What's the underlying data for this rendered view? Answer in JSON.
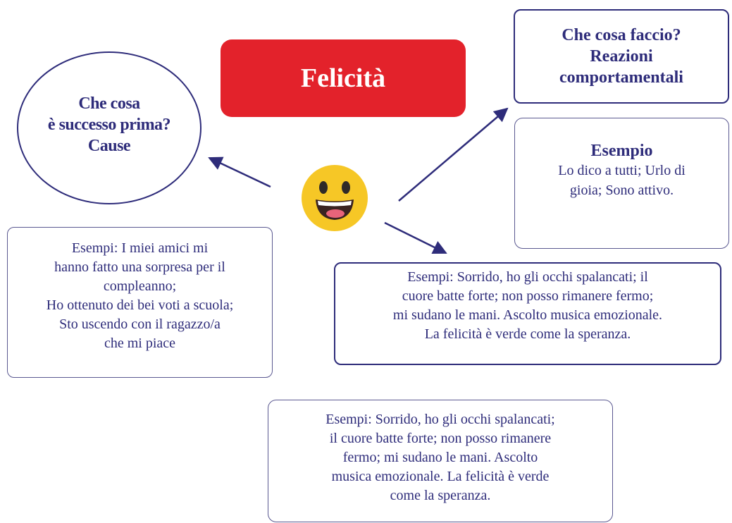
{
  "title": "Felicità",
  "cause_bubble": {
    "lines": [
      "Che cosa",
      "è successo prima?",
      "Cause"
    ]
  },
  "reaction_box": {
    "lines": [
      "Che cosa faccio?",
      "Reazioni",
      "comportamentali"
    ]
  },
  "example_box": {
    "heading": "Esempio",
    "lines": [
      "Lo dico a tutti; Urlo di",
      "gioia; Sono attivo."
    ]
  },
  "causes_examples": {
    "lines": [
      "Esempi: I miei amici mi",
      "hanno fatto una sorpresa per il",
      "compleanno;",
      "Ho ottenuto dei bei voti a scuola;",
      "Sto uscendo con il ragazzo/a",
      "che mi piace"
    ]
  },
  "body_examples": {
    "lines": [
      "Esempi: Sorrido, ho gli occhi spalancati; il",
      "cuore batte forte; non posso rimanere fermo;",
      "mi sudano le mani. Ascolto musica emozionale.",
      "La felicità è verde come la speranza."
    ]
  },
  "bottom_examples": {
    "lines": [
      "Esempi: Sorrido, ho gli occhi spalancati;",
      "il cuore batte forte; non posso rimanere",
      "fermo; mi sudano le mani. Ascolto",
      "musica emozionale. La felicità è verde",
      "come la speranza."
    ]
  },
  "emoji": "grinning-face-icon",
  "colors": {
    "primary": "#2e2c7a",
    "title_bg": "#e3222b",
    "emoji_face": "#f6c726"
  }
}
